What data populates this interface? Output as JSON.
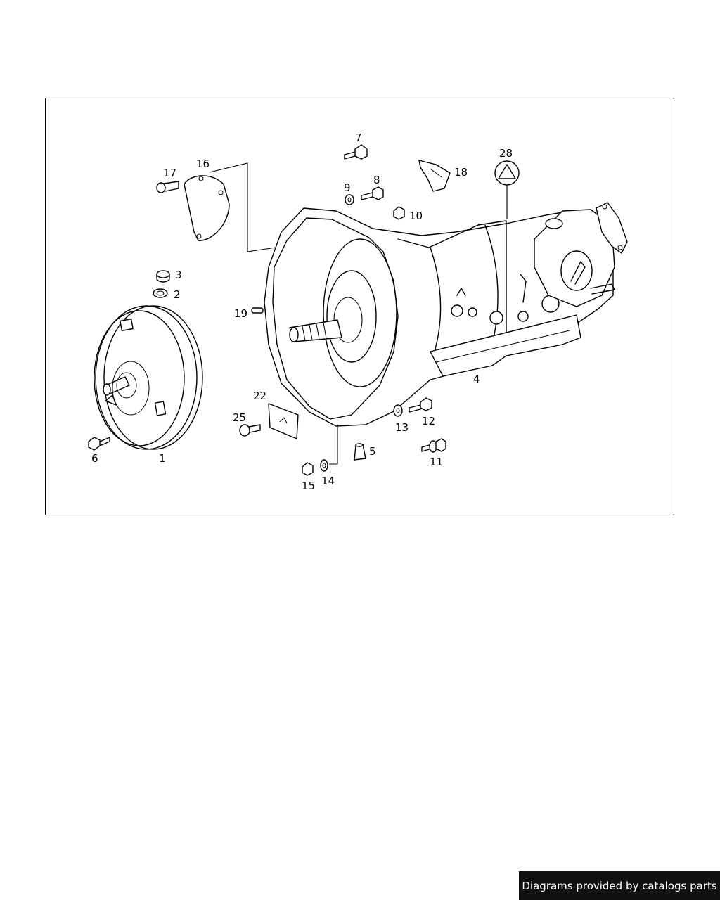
{
  "diagram": {
    "callouts": [
      "1",
      "2",
      "3",
      "4",
      "5",
      "6",
      "7",
      "8",
      "9",
      "10",
      "11",
      "12",
      "13",
      "14",
      "15",
      "16",
      "17",
      "18",
      "19",
      "22",
      "25",
      "28"
    ]
  },
  "footer": {
    "text": "Diagrams provided by catalogs parts"
  }
}
